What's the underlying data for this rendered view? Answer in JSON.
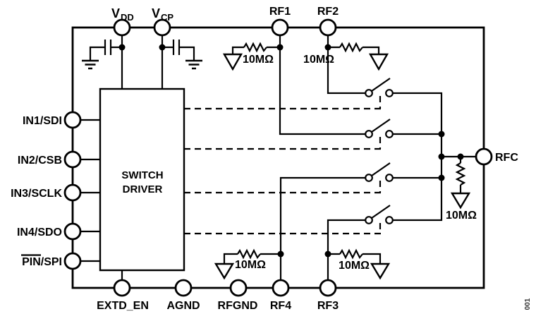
{
  "diagram": {
    "block": {
      "line1": "SWITCH",
      "line2": "DRIVER"
    },
    "pins": {
      "vdd": {
        "main": "V",
        "sub": "DD"
      },
      "vcp": {
        "main": "V",
        "sub": "CP"
      },
      "rf1": "RF1",
      "rf2": "RF2",
      "in1": "IN1/SDI",
      "in2": "IN2/CSB",
      "in3": "IN3/SCLK",
      "in4": "IN4/SDO",
      "pin_spi": "PIN/SPI",
      "extd_en": "EXTD_EN",
      "agnd": "AGND",
      "rfgnd": "RFGND",
      "rf4": "RF4",
      "rf3": "RF3",
      "rfc": "RFC"
    },
    "resistor_labels": {
      "rf1": "10MΩ",
      "rf2": "10MΩ",
      "rfc": "10MΩ",
      "rf4": "10MΩ",
      "rf3": "10MΩ"
    },
    "figure_number": "001"
  }
}
